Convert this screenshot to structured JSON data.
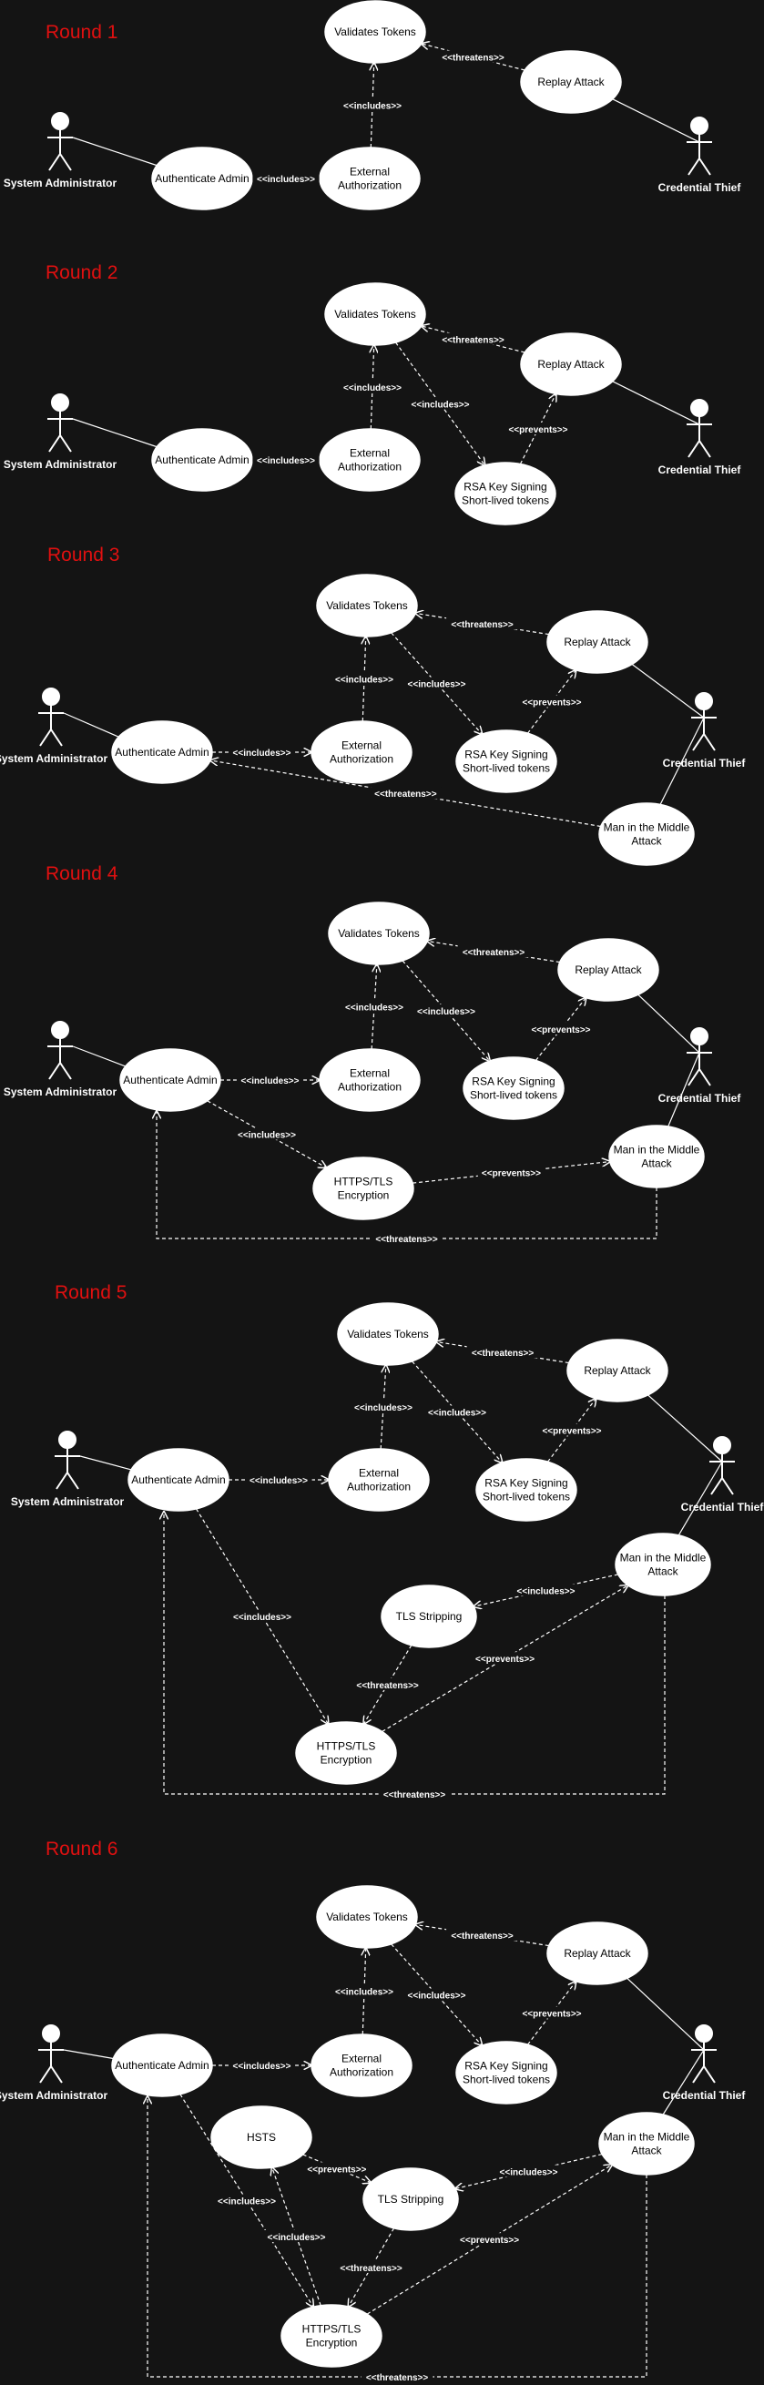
{
  "colors": {
    "background": "#141414",
    "round_title": "#e01010",
    "line": "#ffffff",
    "use_case_fill": "#ffffff",
    "use_case_text": "#000000",
    "actor_text": "#ffffff"
  },
  "rounds": [
    {
      "title": "Round 1",
      "actors": [
        {
          "id": "sa",
          "label": "System Administrator"
        },
        {
          "id": "ct",
          "label": "Credential Thief"
        }
      ],
      "use_cases": [
        {
          "id": "vt",
          "label": [
            "Validates Tokens"
          ]
        },
        {
          "id": "ra",
          "label": [
            "Replay Attack"
          ]
        },
        {
          "id": "aa",
          "label": [
            "Authenticate Admin"
          ]
        },
        {
          "id": "ea",
          "label": [
            "External",
            "Authorization"
          ]
        }
      ],
      "edges": [
        {
          "from": "sa",
          "to": "aa",
          "type": "association"
        },
        {
          "from": "ra",
          "to": "ct",
          "type": "association"
        },
        {
          "from": "aa",
          "to": "ea",
          "label": "<<includes>>"
        },
        {
          "from": "ea",
          "to": "vt",
          "label": "<<includes>>"
        },
        {
          "from": "ra",
          "to": "vt",
          "label": "<<threatens>>"
        }
      ]
    },
    {
      "title": "Round 2",
      "actors": [
        {
          "id": "sa",
          "label": "System Administrator"
        },
        {
          "id": "ct",
          "label": "Credential Thief"
        }
      ],
      "use_cases": [
        {
          "id": "vt",
          "label": [
            "Validates Tokens"
          ]
        },
        {
          "id": "ra",
          "label": [
            "Replay Attack"
          ]
        },
        {
          "id": "aa",
          "label": [
            "Authenticate Admin"
          ]
        },
        {
          "id": "ea",
          "label": [
            "External",
            "Authorization"
          ]
        },
        {
          "id": "rsa",
          "label": [
            "RSA Key Signing",
            "Short-lived tokens"
          ]
        }
      ],
      "edges": [
        {
          "from": "sa",
          "to": "aa",
          "type": "association"
        },
        {
          "from": "ra",
          "to": "ct",
          "type": "association"
        },
        {
          "from": "aa",
          "to": "ea",
          "label": "<<includes>>"
        },
        {
          "from": "ea",
          "to": "vt",
          "label": "<<includes>>"
        },
        {
          "from": "ra",
          "to": "vt",
          "label": "<<threatens>>"
        },
        {
          "from": "vt",
          "to": "rsa",
          "label": "<<includes>>"
        },
        {
          "from": "rsa",
          "to": "ra",
          "label": "<<prevents>>"
        }
      ]
    },
    {
      "title": "Round 3",
      "actors": [
        {
          "id": "sa",
          "label": "System Administrator"
        },
        {
          "id": "ct",
          "label": "Credential Thief"
        }
      ],
      "use_cases": [
        {
          "id": "vt",
          "label": [
            "Validates Tokens"
          ]
        },
        {
          "id": "ra",
          "label": [
            "Replay Attack"
          ]
        },
        {
          "id": "aa",
          "label": [
            "Authenticate Admin"
          ]
        },
        {
          "id": "ea",
          "label": [
            "External",
            "Authorization"
          ]
        },
        {
          "id": "rsa",
          "label": [
            "RSA Key Signing",
            "Short-lived tokens"
          ]
        },
        {
          "id": "mitm",
          "label": [
            "Man in the Middle",
            "Attack"
          ]
        }
      ],
      "edges": [
        {
          "from": "sa",
          "to": "aa",
          "type": "association"
        },
        {
          "from": "ra",
          "to": "ct",
          "type": "association"
        },
        {
          "from": "mitm",
          "to": "ct",
          "type": "association"
        },
        {
          "from": "aa",
          "to": "ea",
          "label": "<<includes>>"
        },
        {
          "from": "ea",
          "to": "vt",
          "label": "<<includes>>"
        },
        {
          "from": "ra",
          "to": "vt",
          "label": "<<threatens>>"
        },
        {
          "from": "vt",
          "to": "rsa",
          "label": "<<includes>>"
        },
        {
          "from": "rsa",
          "to": "ra",
          "label": "<<prevents>>"
        },
        {
          "from": "mitm",
          "to": "aa",
          "label": "<<threatens>>"
        }
      ]
    },
    {
      "title": "Round 4",
      "actors": [
        {
          "id": "sa",
          "label": "System Administrator"
        },
        {
          "id": "ct",
          "label": "Credential Thief"
        }
      ],
      "use_cases": [
        {
          "id": "vt",
          "label": [
            "Validates Tokens"
          ]
        },
        {
          "id": "ra",
          "label": [
            "Replay Attack"
          ]
        },
        {
          "id": "aa",
          "label": [
            "Authenticate Admin"
          ]
        },
        {
          "id": "ea",
          "label": [
            "External",
            "Authorization"
          ]
        },
        {
          "id": "rsa",
          "label": [
            "RSA Key Signing",
            "Short-lived tokens"
          ]
        },
        {
          "id": "mitm",
          "label": [
            "Man in the Middle",
            "Attack"
          ]
        },
        {
          "id": "https",
          "label": [
            "HTTPS/TLS",
            "Encryption"
          ]
        }
      ],
      "edges": [
        {
          "from": "sa",
          "to": "aa",
          "type": "association"
        },
        {
          "from": "ra",
          "to": "ct",
          "type": "association"
        },
        {
          "from": "mitm",
          "to": "ct",
          "type": "association"
        },
        {
          "from": "aa",
          "to": "ea",
          "label": "<<includes>>"
        },
        {
          "from": "ea",
          "to": "vt",
          "label": "<<includes>>"
        },
        {
          "from": "ra",
          "to": "vt",
          "label": "<<threatens>>"
        },
        {
          "from": "vt",
          "to": "rsa",
          "label": "<<includes>>"
        },
        {
          "from": "rsa",
          "to": "ra",
          "label": "<<prevents>>"
        },
        {
          "from": "aa",
          "to": "https",
          "label": "<<includes>>"
        },
        {
          "from": "https",
          "to": "mitm",
          "label": "<<prevents>>"
        },
        {
          "from": "mitm",
          "to": "aa",
          "label": "<<threatens>>"
        }
      ]
    },
    {
      "title": "Round 5",
      "actors": [
        {
          "id": "sa",
          "label": "System Administrator"
        },
        {
          "id": "ct",
          "label": "Credential Thief"
        }
      ],
      "use_cases": [
        {
          "id": "vt",
          "label": [
            "Validates Tokens"
          ]
        },
        {
          "id": "ra",
          "label": [
            "Replay Attack"
          ]
        },
        {
          "id": "aa",
          "label": [
            "Authenticate Admin"
          ]
        },
        {
          "id": "ea",
          "label": [
            "External",
            "Authorization"
          ]
        },
        {
          "id": "rsa",
          "label": [
            "RSA Key Signing",
            "Short-lived tokens"
          ]
        },
        {
          "id": "mitm",
          "label": [
            "Man in the Middle",
            "Attack"
          ]
        },
        {
          "id": "tls",
          "label": [
            "TLS Stripping"
          ]
        },
        {
          "id": "https",
          "label": [
            "HTTPS/TLS",
            "Encryption"
          ]
        }
      ],
      "edges": [
        {
          "from": "sa",
          "to": "aa",
          "type": "association"
        },
        {
          "from": "ra",
          "to": "ct",
          "type": "association"
        },
        {
          "from": "mitm",
          "to": "ct",
          "type": "association"
        },
        {
          "from": "aa",
          "to": "ea",
          "label": "<<includes>>"
        },
        {
          "from": "ea",
          "to": "vt",
          "label": "<<includes>>"
        },
        {
          "from": "ra",
          "to": "vt",
          "label": "<<threatens>>"
        },
        {
          "from": "vt",
          "to": "rsa",
          "label": "<<includes>>"
        },
        {
          "from": "rsa",
          "to": "ra",
          "label": "<<prevents>>"
        },
        {
          "from": "aa",
          "to": "https",
          "label": "<<includes>>"
        },
        {
          "from": "mitm",
          "to": "tls",
          "label": "<<includes>>"
        },
        {
          "from": "tls",
          "to": "https",
          "label": "<<threatens>>"
        },
        {
          "from": "https",
          "to": "mitm",
          "label": "<<prevents>>"
        },
        {
          "from": "mitm",
          "to": "aa",
          "label": "<<threatens>>"
        }
      ]
    },
    {
      "title": "Round 6",
      "actors": [
        {
          "id": "sa",
          "label": "System Administrator"
        },
        {
          "id": "ct",
          "label": "Credential Thief"
        }
      ],
      "use_cases": [
        {
          "id": "vt",
          "label": [
            "Validates Tokens"
          ]
        },
        {
          "id": "ra",
          "label": [
            "Replay Attack"
          ]
        },
        {
          "id": "aa",
          "label": [
            "Authenticate Admin"
          ]
        },
        {
          "id": "ea",
          "label": [
            "External",
            "Authorization"
          ]
        },
        {
          "id": "rsa",
          "label": [
            "RSA Key Signing",
            "Short-lived tokens"
          ]
        },
        {
          "id": "hsts",
          "label": [
            "HSTS"
          ]
        },
        {
          "id": "mitm",
          "label": [
            "Man in the Middle",
            "Attack"
          ]
        },
        {
          "id": "tls",
          "label": [
            "TLS Stripping"
          ]
        },
        {
          "id": "https",
          "label": [
            "HTTPS/TLS",
            "Encryption"
          ]
        }
      ],
      "edges": [
        {
          "from": "sa",
          "to": "aa",
          "type": "association"
        },
        {
          "from": "ra",
          "to": "ct",
          "type": "association"
        },
        {
          "from": "mitm",
          "to": "ct",
          "type": "association"
        },
        {
          "from": "aa",
          "to": "ea",
          "label": "<<includes>>"
        },
        {
          "from": "ea",
          "to": "vt",
          "label": "<<includes>>"
        },
        {
          "from": "ra",
          "to": "vt",
          "label": "<<threatens>>"
        },
        {
          "from": "vt",
          "to": "rsa",
          "label": "<<includes>>"
        },
        {
          "from": "rsa",
          "to": "ra",
          "label": "<<prevents>>"
        },
        {
          "from": "aa",
          "to": "https",
          "label": "<<includes>>"
        },
        {
          "from": "https",
          "to": "hsts",
          "label": "<<includes>>"
        },
        {
          "from": "hsts",
          "to": "tls",
          "label": "<<prevents>>"
        },
        {
          "from": "mitm",
          "to": "tls",
          "label": "<<includes>>"
        },
        {
          "from": "tls",
          "to": "https",
          "label": "<<threatens>>"
        },
        {
          "from": "https",
          "to": "mitm",
          "label": "<<prevents>>"
        },
        {
          "from": "mitm",
          "to": "aa",
          "label": "<<threatens>>"
        }
      ]
    }
  ]
}
